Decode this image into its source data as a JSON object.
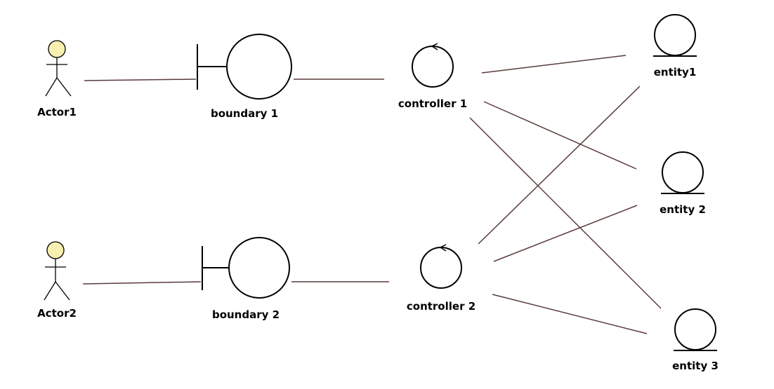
{
  "colors": {
    "background": "#ffffff",
    "line": "#5a3a3a",
    "outline": "#000000",
    "actor_head": "#f7f0b0"
  },
  "nodes": {
    "actor1": {
      "label": "Actor1",
      "kind": "actor"
    },
    "actor2": {
      "label": "Actor2",
      "kind": "actor"
    },
    "boundary1": {
      "label": "boundary 1",
      "kind": "boundary"
    },
    "boundary2": {
      "label": "boundary 2",
      "kind": "boundary"
    },
    "controller1": {
      "label": "controller 1",
      "kind": "control"
    },
    "controller2": {
      "label": "controller 2",
      "kind": "control"
    },
    "entity1": {
      "label": "entity1",
      "kind": "entity"
    },
    "entity2": {
      "label": "entity 2",
      "kind": "entity"
    },
    "entity3": {
      "label": "entity 3",
      "kind": "entity"
    }
  },
  "connections": [
    {
      "from": "actor1",
      "to": "boundary1"
    },
    {
      "from": "boundary1",
      "to": "controller1"
    },
    {
      "from": "actor2",
      "to": "boundary2"
    },
    {
      "from": "boundary2",
      "to": "controller2"
    },
    {
      "from": "controller1",
      "to": "entity1"
    },
    {
      "from": "controller1",
      "to": "entity2"
    },
    {
      "from": "controller1",
      "to": "entity3"
    },
    {
      "from": "controller2",
      "to": "entity1"
    },
    {
      "from": "controller2",
      "to": "entity2"
    },
    {
      "from": "controller2",
      "to": "entity3"
    }
  ]
}
